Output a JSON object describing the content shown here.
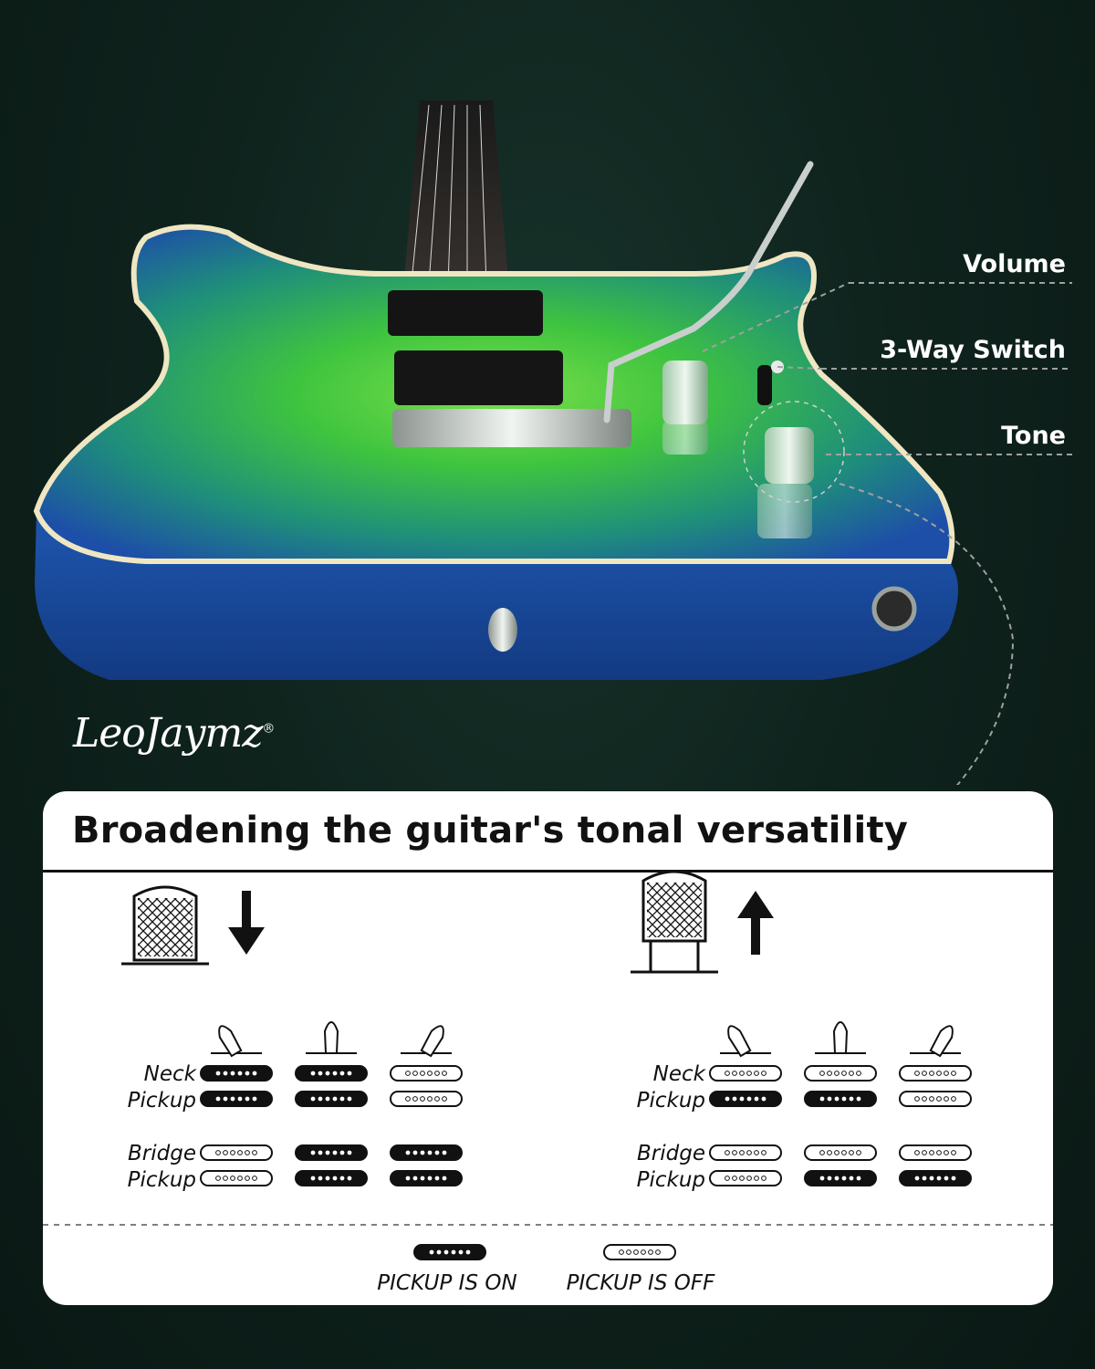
{
  "callouts": {
    "volume": "Volume",
    "switch": "3-Way Switch",
    "tone": "Tone"
  },
  "brand": {
    "name": "LeoJaymz",
    "registered_mark": "®"
  },
  "card": {
    "title": "Broadening the guitar's tonal versatility",
    "panels": [
      {
        "knob_state": "down",
        "neck_label": [
          "Neck",
          "Pickup"
        ],
        "bridge_label": [
          "Bridge",
          "Pickup"
        ],
        "positions": [
          {
            "neck": [
              "on",
              "on"
            ],
            "bridge": [
              "off",
              "off"
            ]
          },
          {
            "neck": [
              "on",
              "on"
            ],
            "bridge": [
              "on",
              "on"
            ]
          },
          {
            "neck": [
              "off",
              "off"
            ],
            "bridge": [
              "on",
              "on"
            ]
          }
        ]
      },
      {
        "knob_state": "up",
        "neck_label": [
          "Neck",
          "Pickup"
        ],
        "bridge_label": [
          "Bridge",
          "Pickup"
        ],
        "positions": [
          {
            "neck": [
              "off",
              "on"
            ],
            "bridge": [
              "off",
              "off"
            ]
          },
          {
            "neck": [
              "off",
              "on"
            ],
            "bridge": [
              "off",
              "on"
            ]
          },
          {
            "neck": [
              "off",
              "off"
            ],
            "bridge": [
              "off",
              "on"
            ]
          }
        ]
      }
    ],
    "legend": {
      "on_label": "PICKUP IS ON",
      "off_label": "PICKUP IS OFF"
    }
  },
  "colors": {
    "background": "#0f231d",
    "body_green": "#3fc43f",
    "body_blue": "#1d4fa8",
    "binding": "#efe6c2",
    "card": "#ffffff",
    "ink": "#111111"
  }
}
